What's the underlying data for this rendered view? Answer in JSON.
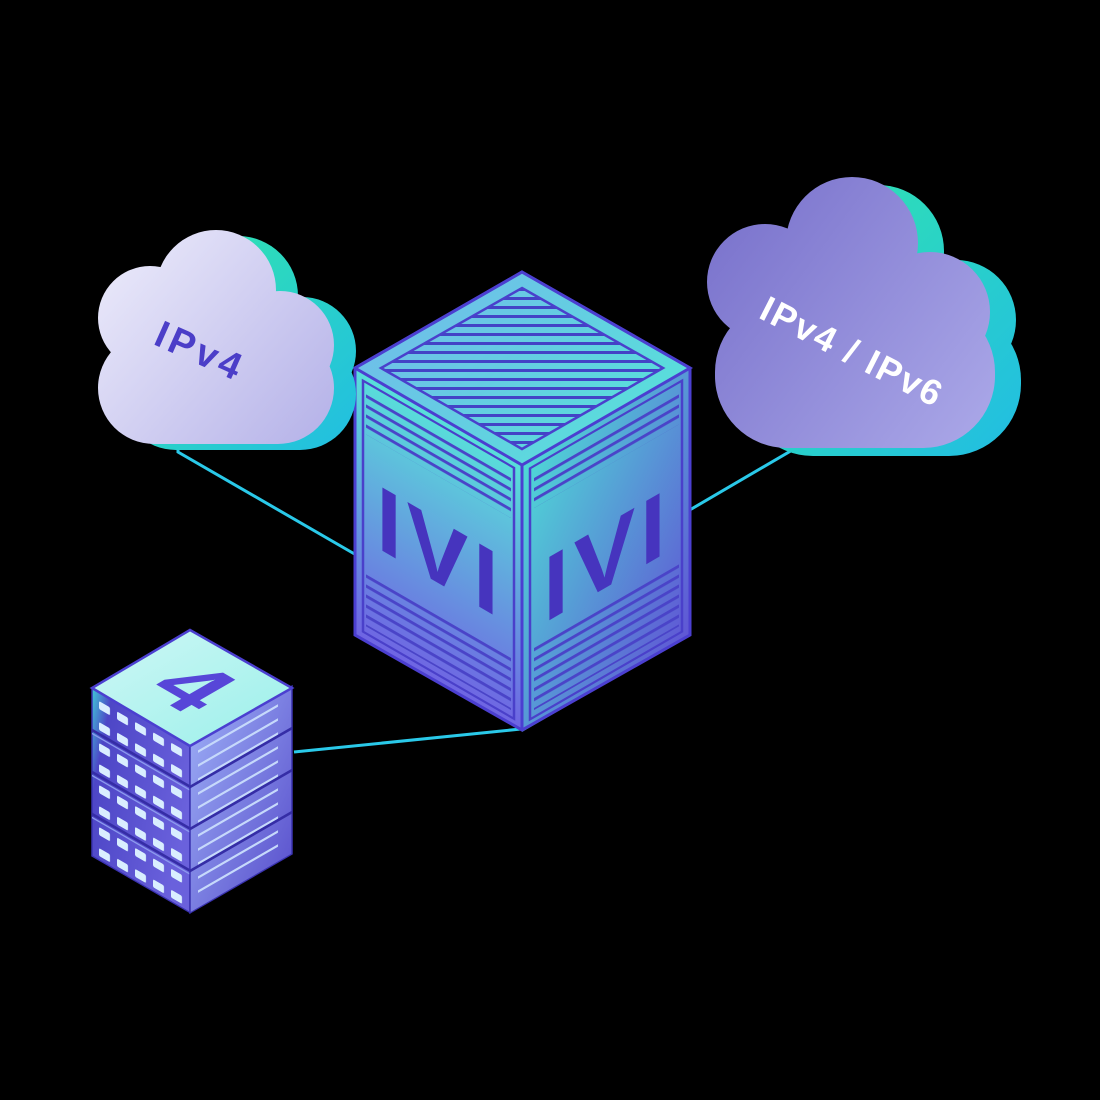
{
  "colors": {
    "background": "#000000",
    "connector": "#2AC9E9",
    "teal_accent": "#2BDDBC",
    "indigo_edge": "#4B3FD0",
    "cube_label": "#4634BE",
    "cloud_left_label": "#4B3EC8",
    "cloud_right_label": "#FFFFFF",
    "server_label": "#5746D8"
  },
  "nodes": {
    "left_cloud": {
      "icon": "cloud-icon",
      "label": "IPv4"
    },
    "right_cloud": {
      "icon": "cloud-icon",
      "label": "IPv4 / IPv6"
    },
    "translator_cube": {
      "icon": "cube-icon",
      "left_face_label": "IVI",
      "right_face_label": "IVI"
    },
    "server_stack": {
      "icon": "server-icon",
      "label": "4",
      "tiers": 4
    }
  },
  "connections": [
    {
      "from": "left_cloud",
      "to": "translator_cube"
    },
    {
      "from": "right_cloud",
      "to": "translator_cube"
    },
    {
      "from": "server_stack",
      "to": "translator_cube"
    }
  ]
}
